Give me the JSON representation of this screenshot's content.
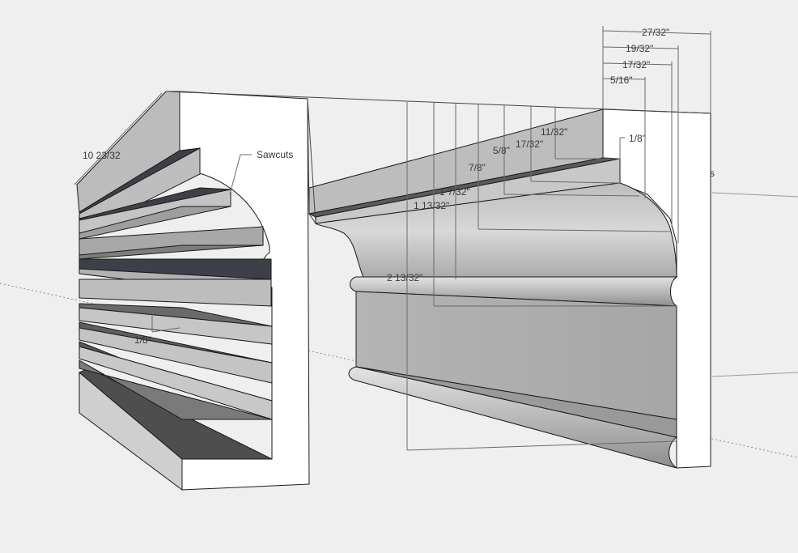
{
  "labels": {
    "sawcuts": "Sawcuts",
    "left_length": "10 23/32",
    "left_kerf": "1/8\"",
    "partial_s": "s"
  },
  "dimensions": {
    "d_27_32": "27/32\"",
    "d_19_32": "19/32\"",
    "d_17_32_top": "17/32\"",
    "d_5_16": "5/16\"",
    "d_11_32": "11/32\"",
    "d_1_8": "1/8\"",
    "d_5_8": "5/8\"",
    "d_17_32": "17/32\"",
    "d_7_8": "7/8\"",
    "d_1_7_32": "1 7/32\"",
    "d_1_13_32": "1 13/32\"",
    "d_2_13_32": "2 13/32\""
  },
  "colors": {
    "background": "#efefef",
    "white_face": "#ffffff",
    "light_grey": "#cfcfcf",
    "mid_grey": "#a8a8a8",
    "dark_grey": "#5a5a5a",
    "slot_dark": "#3d4147"
  }
}
